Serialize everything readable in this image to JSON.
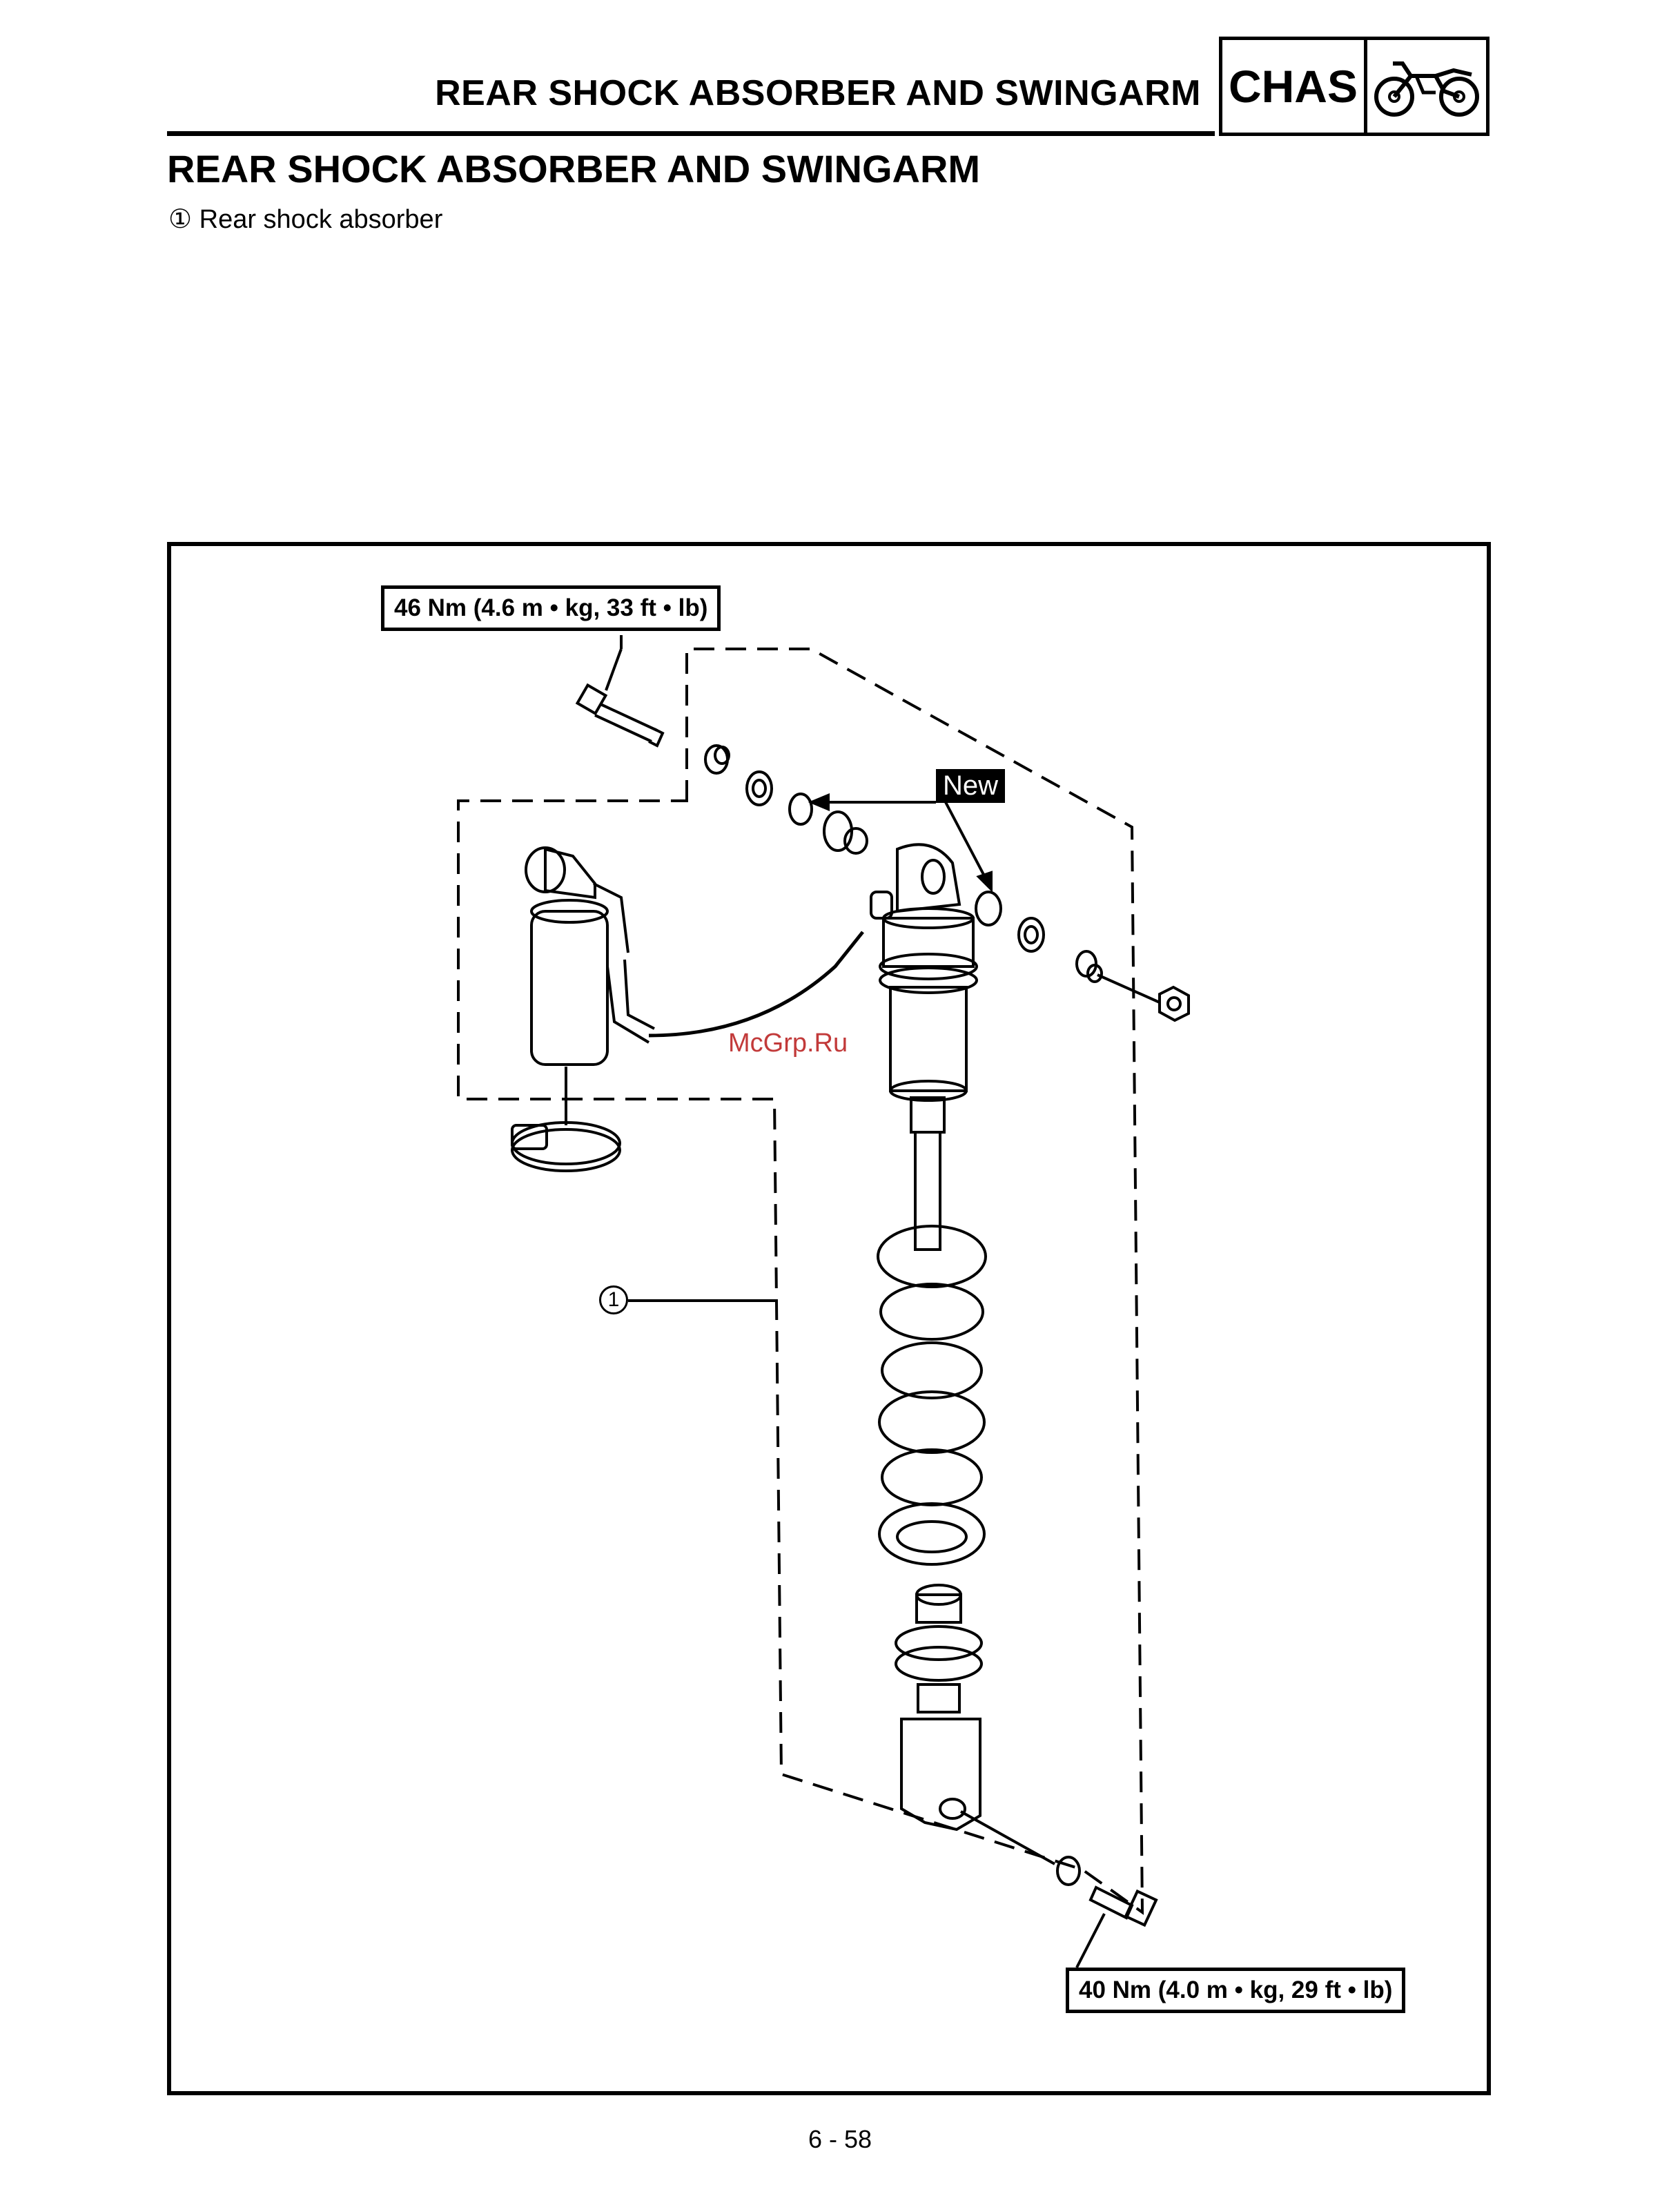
{
  "header": {
    "title": "REAR SHOCK ABSORBER AND SWINGARM",
    "section_tag": "CHAS",
    "section_icon": "motorcycle-icon"
  },
  "section_title": "REAR SHOCK ABSORBER AND SWINGARM",
  "legend": {
    "number": "①",
    "items": [
      {
        "label": "① Rear shock absorber"
      }
    ]
  },
  "diagram": {
    "torque_top": "46 Nm (4.6 m • kg, 33 ft • lb)",
    "torque_bottom": "40 Nm (4.0 m • kg, 29 ft • lb)",
    "new_label": "New",
    "callout_1": "1",
    "watermark": "McGrp.Ru"
  },
  "footer": {
    "page_number": "6 - 58"
  }
}
